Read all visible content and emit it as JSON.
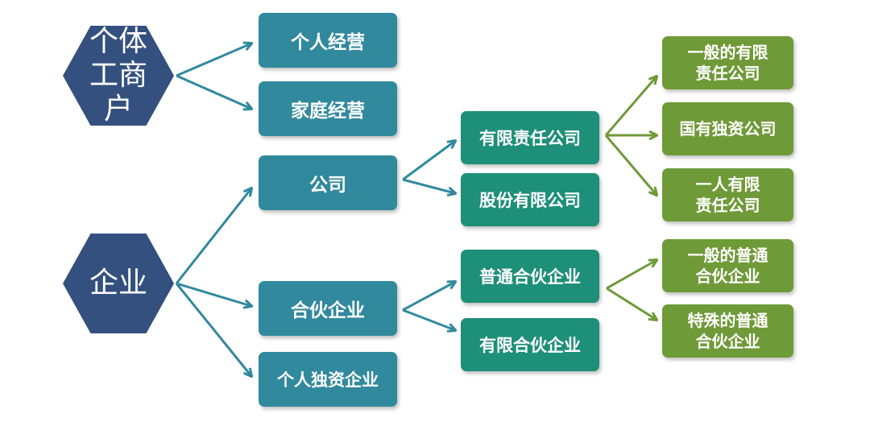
{
  "diagram": {
    "hexagons": {
      "individual_business": "个体工商户",
      "enterprise": "企业"
    },
    "level1": {
      "individual_operation": "个人经营",
      "family_operation": "家庭经营",
      "company": "公司",
      "partnership": "合伙企业",
      "sole_proprietorship": "个人独资企业"
    },
    "level2": {
      "limited_liability_company": "有限责任公司",
      "joint_stock_company": "股份有限公司",
      "general_partnership": "普通合伙企业",
      "limited_partnership": "有限合伙企业"
    },
    "level3": {
      "general_llc": "一般的有限责任公司",
      "state_owned_sole": "国有独资公司",
      "one_person_llc": "一人有限责任公司",
      "general_general_partnership": "一般的普通合伙企业",
      "special_general_partnership": "特殊的普通合伙企业"
    },
    "colors": {
      "hexagon": "#34507f",
      "level1_box": "#31899e",
      "level2_box": "#1e8f79",
      "level3_box": "#6f9a38",
      "arrow_blue": "#31899e",
      "arrow_green": "#6f9a38",
      "text": "#ffffff"
    }
  }
}
